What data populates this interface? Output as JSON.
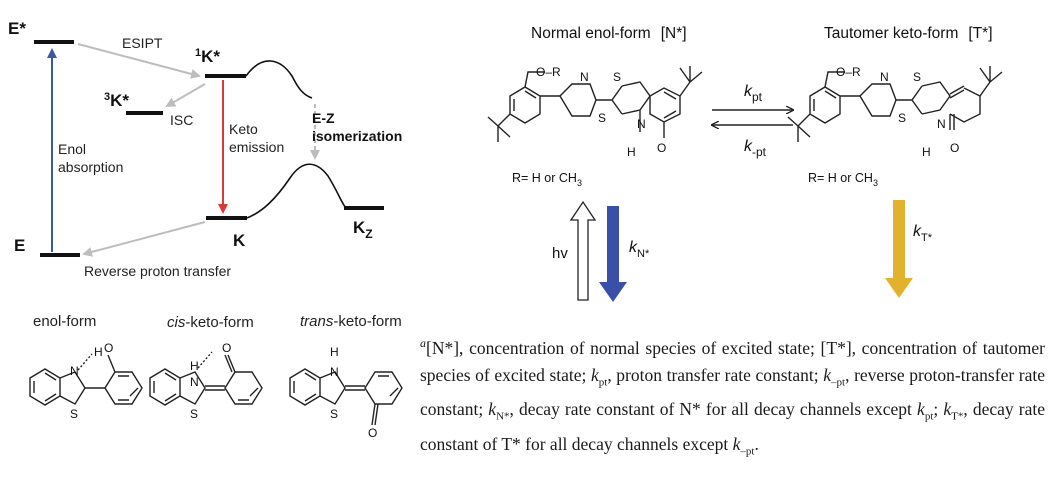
{
  "energy_diagram": {
    "levels": {
      "e_star": "E*",
      "k1_star_sup": "1",
      "k1_star": "K*",
      "k3_star_sup": "3",
      "k3_star": "K*",
      "e": "E",
      "k": "K",
      "kz": "K",
      "kz_sub": "Z"
    },
    "labels": {
      "esipt": "ESIPT",
      "isc": "ISC",
      "keto": "Keto",
      "emission": "emission",
      "enol": "Enol",
      "absorption": "absorption",
      "ez": "E-Z",
      "isomerization": "isomerization",
      "reverse": "Reverse proton transfer"
    },
    "colors": {
      "absorption": "#3b57a5",
      "emission": "#d63a3a",
      "gray": "#bdbdbd"
    }
  },
  "forms": {
    "enol": "enol-form",
    "cis_italic": "cis",
    "cis_rest": "-keto-form",
    "trans_italic": "trans",
    "trans_rest": "-keto-form"
  },
  "scheme": {
    "normal_title": "Normal enol-form",
    "normal_tag": "[N*]",
    "tautomer_title": "Tautomer keto-form",
    "tautomer_tag": "[T*]",
    "o_r": "O–R",
    "r_eq": "R= H  or CH",
    "r_sub": "3",
    "k_pt": "k",
    "k_pt_sub": "pt",
    "k_mpt": "k",
    "k_mpt_sub": "-pt",
    "hv": "hv",
    "k_n": "k",
    "k_n_sub": "N*",
    "k_t": "k",
    "k_t_sub": "T*",
    "colors": {
      "n_arrow": "#3a4fa8",
      "t_arrow": "#e2b22e"
    }
  },
  "caption": {
    "sup_a": "a",
    "p1": "[N*], concentration of normal species of excited state; [T*], concentration of tautomer species of excited state; ",
    "k1": "k",
    "k1_sub": "pt",
    "p2": ", proton transfer rate constant; ",
    "k2": "k",
    "k2_sub": "–pt",
    "p3": ", reverse proton-transfer rate constant; ",
    "k3": "k",
    "k3_sub": "N*",
    "p4": ", decay rate constant of N* for all decay channels except ",
    "k4": "k",
    "k4_sub": "pt",
    "p5": "; ",
    "k5": "k",
    "k5_sub": "T*",
    "p6": ", decay rate constant of T* for all decay channels except ",
    "k6": "k",
    "k6_sub": "–pt",
    "p7": "."
  }
}
